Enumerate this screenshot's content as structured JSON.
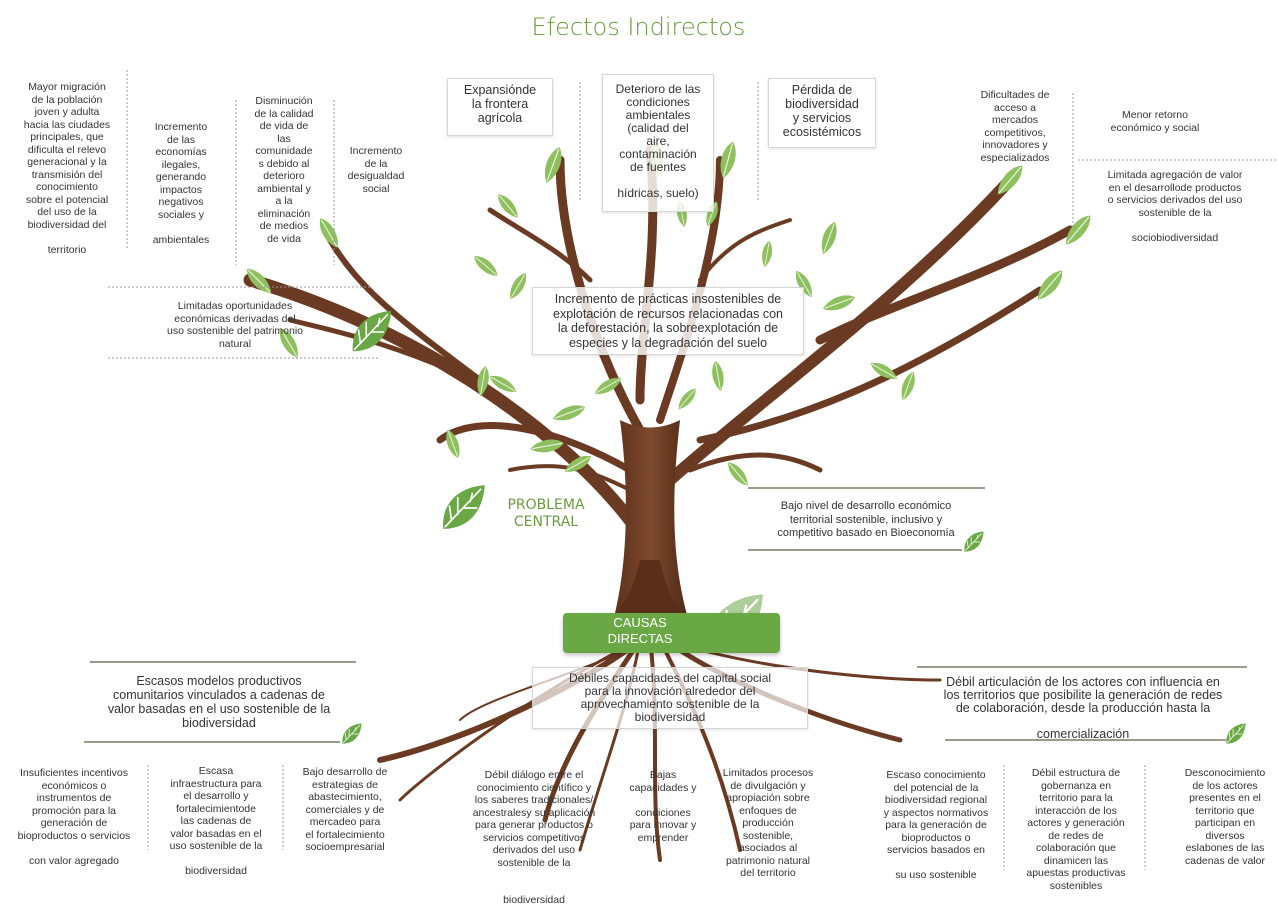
{
  "title": "Efectos Indirectos",
  "problem_label": "PROBLEMA\nCENTRAL",
  "causes_label": "CAUSAS\nDIRECTAS",
  "colors": {
    "accent_green": "#6a9b3f",
    "causes_box": "#6aa846",
    "trunk": "#6b3a22",
    "leaf": "#8fc060"
  },
  "indirect_effects": {
    "left": [
      "Mayor migración\nde la población\njoven y adulta\nhacia las ciudades\nprincipales, que\ndificulta el relevo\ngeneracional y la\ntransmisión del\nconocimiento\nsobre el potencial\ndel uso de la\nbiodiversidad del\n\nterritorio",
      "Incremento\nde las\neconomías\nilegales,\ngenerando\nimpactos\nnegativos\nsociales y\n\nambientales",
      "Disminución\nde la calidad\nde vida de\nlas\ncomunidade\ns debido al\ndeterioro\nambiental y\na la\neliminación\nde medios\nde vida",
      "Incremento\nde la\ndesigualdad\nsocial"
    ],
    "top": [
      "Expansiónde\nla frontera\nagrícola",
      "Deterioro de las\ncondiciones\nambientales\n(calidad del\naire,\ncontaminación\nde fuentes\n\nhídricas, suelo)",
      "Pérdida de\nbiodiversidad\ny servicios\necosistémicos"
    ],
    "right": [
      "Dificultades de\nacceso a\nmercados\ncompetitivos,\ninnovadores y\nespecializados",
      "Menor retorno\neconómico y social",
      "Limitada agregación de valor\nen el desarrollode productos\no servicios derivados del uso\nsostenible de la\n\nsociobiodiversidad"
    ]
  },
  "direct_effects": {
    "left": "Limitadas oportunidades\neconómicas derivadas del\nuso sostenible del patrimonio\nnatural",
    "center": "Incremento de prácticas insostenibles de\nexplotación de recursos relacionadas con\nla deforestación, la sobreexplotación de\nespecies y la degradación del suelo"
  },
  "central_problem": "Bajo nivel de desarrollo económico\nterritorial sostenible, inclusivo y\ncompetitivo basado en Bioeconomía",
  "direct_causes": {
    "left": "Escasos modelos productivos\ncomunitarios vinculados a cadenas de\nvalor basadas en el uso sostenible de la\nbiodiversidad",
    "center": "Débiles capacidades del capital social\npara la innovación alrededor del\naprovechamiento sostenible de la\nbiodiversidad",
    "right": "Débil articulación de los actores con influencia en\nlos territorios que posibilite la generación de redes\nde colaboración, desde la producción hasta la\n\ncomercialización"
  },
  "indirect_causes": [
    "Insuficientes incentivos\neconómicos o\ninstrumentos de\npromoción para la\ngeneración de\nbioproductos o servicios\n\ncon valor agregado",
    "Escasa\ninfraestructura para\nel desarrollo y\nfortalecimientode\nlas cadenas de\nvalor basadas en el\nuso sostenible de la\n\nbiodiversidad",
    "Bajo desarrollo de\nestrategias de\nabastecimiento,\ncomerciales y de\nmercadeo para\nel fortalecimiento\nsocioempresarial",
    "Débil diálogo entre el\nconocimiento científico y\nlos saberes tradicionales/\nancestralesy su aplicación\npara generar productos o\nservicios competitivos\nderivados del uso\nsostenible de la\n\n\nbiodiversidad",
    "Bajas\ncapacidades y\n\ncondiciones\npara innovar y\nemprender",
    "Limitados procesos\nde divulgación y\napropiación sobre\nenfoques de\nproducción\nsostenible,\nasociados al\npatrimonio natural\ndel territorio",
    "Escaso conocimiento\ndel potencial de la\nbiodiversidad regional\ny aspectos normativos\npara la generación de\nbioproductos o\nservicios basados en\n\nsu uso sostenible",
    "Débil estructura de\ngobernanza en\nterritorio para la\ninteracción de los\nactores y generación\nde redes de\ncolaboración que\ndinamicen las\napuestas productivas\nsostenibles",
    "Desconocimiento\nde los actores\npresentes en el\nterritorio que\nparticipan en\ndiversos\neslabones de las\ncadenas de valor"
  ]
}
